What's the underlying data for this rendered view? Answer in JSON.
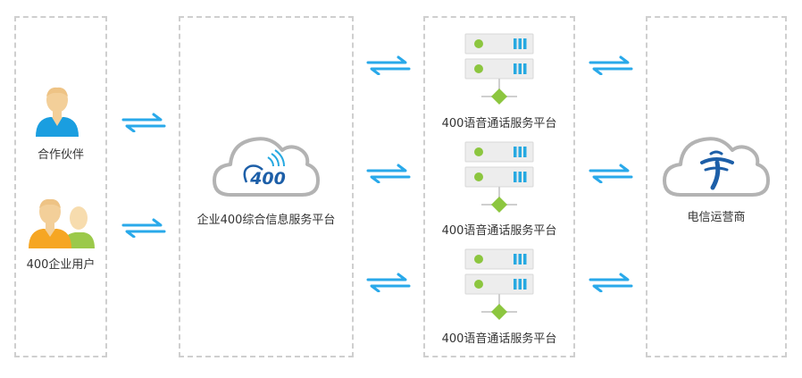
{
  "partners": {
    "label": "合作伙伴"
  },
  "enterprise_users": {
    "label": "400企业用户"
  },
  "enterprise_platform": {
    "label": "企业400综合信息服务平台",
    "logo_text": "400"
  },
  "voice_platforms": [
    {
      "label": "400语音通话服务平台"
    },
    {
      "label": "400语音通话服务平台"
    },
    {
      "label": "400语音通话服务平台"
    }
  ],
  "carrier": {
    "label": "电信运营商"
  },
  "colors": {
    "arrow": "#29a9ea",
    "dashed_border": "#cfcfcf",
    "person_blue": "#1a9ee0",
    "person_orange": "#f6a623",
    "person_green": "#9bc94a",
    "skin": "#f3cf99",
    "server_green": "#8cc63f",
    "server_blue": "#27a9e1",
    "cloud_outline": "#b3b3b3",
    "logo_blue": "#1d5fa8"
  },
  "icons": [
    "person-icon",
    "people-group-icon",
    "cloud-400-icon",
    "server-icon",
    "cloud-telecom-icon",
    "bidirectional-arrow-icon"
  ]
}
